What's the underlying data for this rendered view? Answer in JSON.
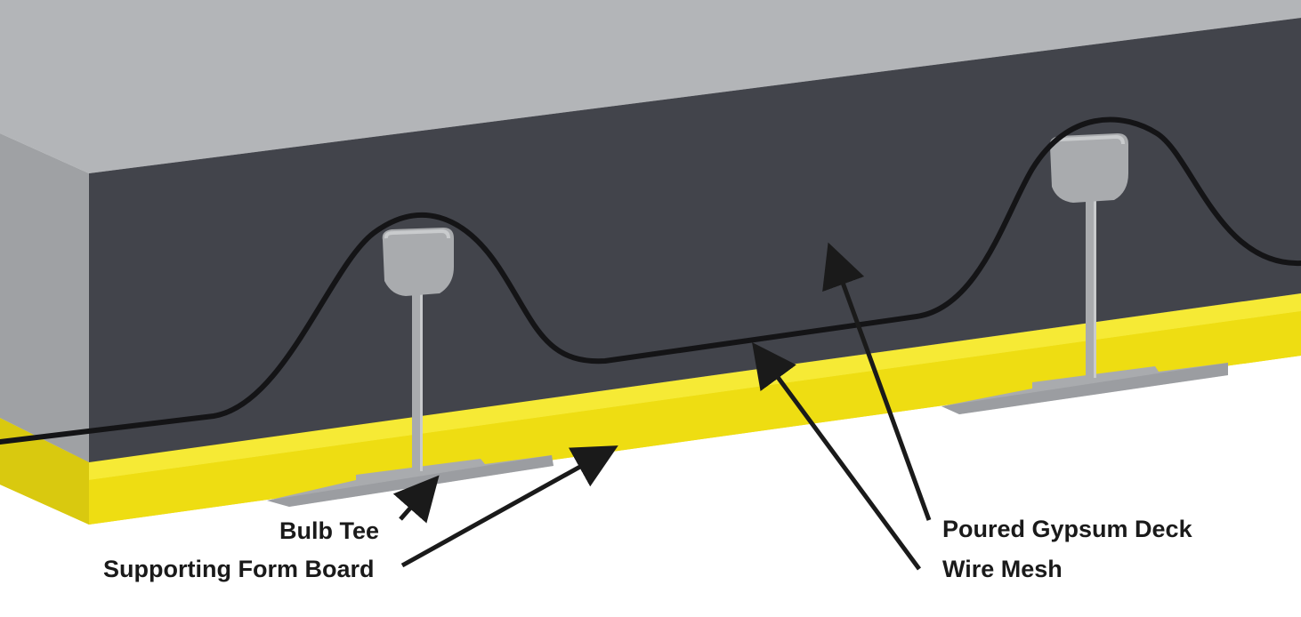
{
  "labels": {
    "bulb_tee": "Bulb Tee",
    "supporting_form_board": "Supporting Form Board",
    "poured_gypsum_deck": "Poured Gypsum Deck",
    "wire_mesh": "Wire Mesh"
  },
  "colors": {
    "deck_top": "#b3b5b8",
    "deck_front": "#42444b",
    "deck_side": "#9a9c9f",
    "form_board": "#f2e31a",
    "form_board_edge": "#d6c70e",
    "bulb_tee": "#a9abae",
    "mesh_wire": "#141416",
    "arrow": "#1a1a1a",
    "label_text": "#1a1a1a"
  }
}
